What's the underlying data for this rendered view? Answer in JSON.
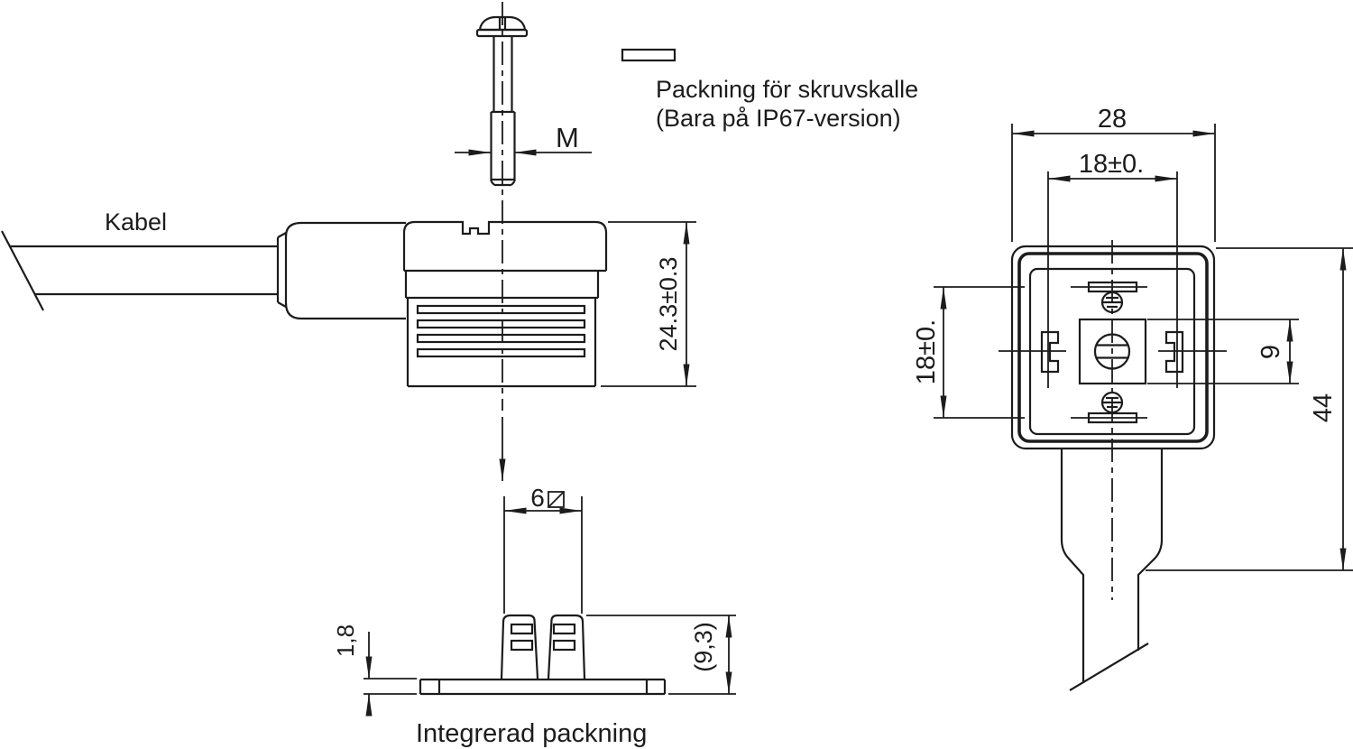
{
  "page": {
    "background": "#ffffff",
    "line_color": "#1c1c1c"
  },
  "side_view": {
    "cable_label": "Kabel",
    "screw_thread_label": "M",
    "gasket_note_line1": "Packning för skruvskalle",
    "gasket_note_line2": "(Bara på IP67-version)",
    "body_height_dim": "24.3±0.3",
    "spigot_width_dim": "6",
    "gasket_thickness_dim": "1,8",
    "gasket_height_dim": "(9,3)",
    "integrated_gasket_label": "Integrerad packning"
  },
  "front_view": {
    "overall_width_dim": "28",
    "contact_spacing_horizontal_dim": "18±0.",
    "contact_spacing_vertical_dim": "18±0.",
    "center_square_dim": "9",
    "overall_height_dim": "44"
  }
}
